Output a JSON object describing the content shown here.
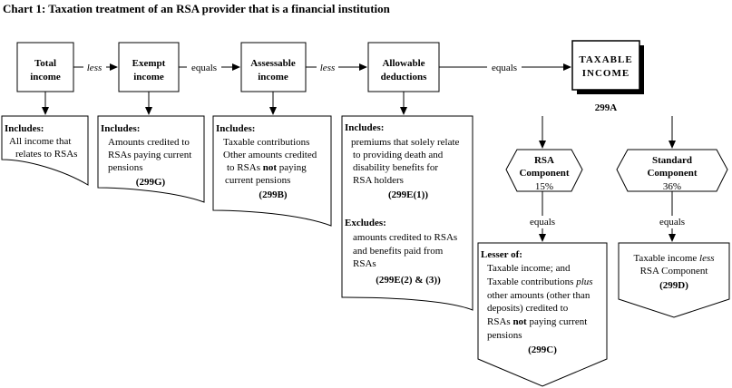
{
  "title": "Chart 1:  Taxation treatment of an RSA provider that is a financial institution",
  "boxes": {
    "total_income": [
      "Total",
      "income"
    ],
    "exempt_income": [
      "Exempt",
      "income"
    ],
    "assessable_income": [
      "Assessable",
      "income"
    ],
    "allowable_deductions": [
      "Allowable",
      "deductions"
    ],
    "taxable_income": [
      "TAXABLE",
      "INCOME"
    ]
  },
  "connectors": {
    "less_1": "less",
    "equals_1": "equals",
    "less_2": "less",
    "equals_2": "equals",
    "ref_299a": "299A",
    "equals_rsa": "equals",
    "equals_std": "equals"
  },
  "notes": {
    "total": {
      "heading": "Includes:",
      "lines": [
        "All income that",
        "relates to RSAs"
      ]
    },
    "exempt": {
      "heading": "Includes:",
      "lines": [
        "Amounts credited to",
        "RSAs paying current",
        "pensions"
      ],
      "ref": "(299G)"
    },
    "assessable": {
      "heading": "Includes:",
      "line1": "Taxable contributions",
      "line2": "Other amounts credited",
      "line3_pre": "to RSAs ",
      "line3_bold": "not",
      "line3_post": " paying",
      "line4": "current pensions",
      "ref": "(299B)"
    },
    "deductions": {
      "heading": "Includes:",
      "lines": [
        "premiums that solely relate",
        "to providing death and",
        "disability benefits for",
        "RSA holders"
      ],
      "ref": "(299E(1))",
      "excl_heading": "Excludes:",
      "excl_lines": [
        "amounts credited to RSAs",
        "and benefits paid from",
        "RSAs"
      ],
      "excl_ref": "(299E(2) & (3))"
    }
  },
  "components": {
    "rsa": {
      "label1": "RSA",
      "label2": "Component",
      "pct": "15%"
    },
    "standard": {
      "label1": "Standard",
      "label2": "Component",
      "pct": "36%"
    }
  },
  "lesser": {
    "heading": "Lesser of:",
    "line1": "Taxable income; and",
    "line2_pre": "Taxable contributions ",
    "line2_it": "plus",
    "line3": "other amounts (other than",
    "line4": "deposits) credited to",
    "line5_pre": "RSAs ",
    "line5_bold": "not",
    "line5_post": " paying current",
    "line6": "pensions",
    "ref": "(299C)"
  },
  "standard_note": {
    "line1_pre": "Taxable income ",
    "line1_it": "less",
    "line2": "RSA Component",
    "ref": "(299D)"
  }
}
